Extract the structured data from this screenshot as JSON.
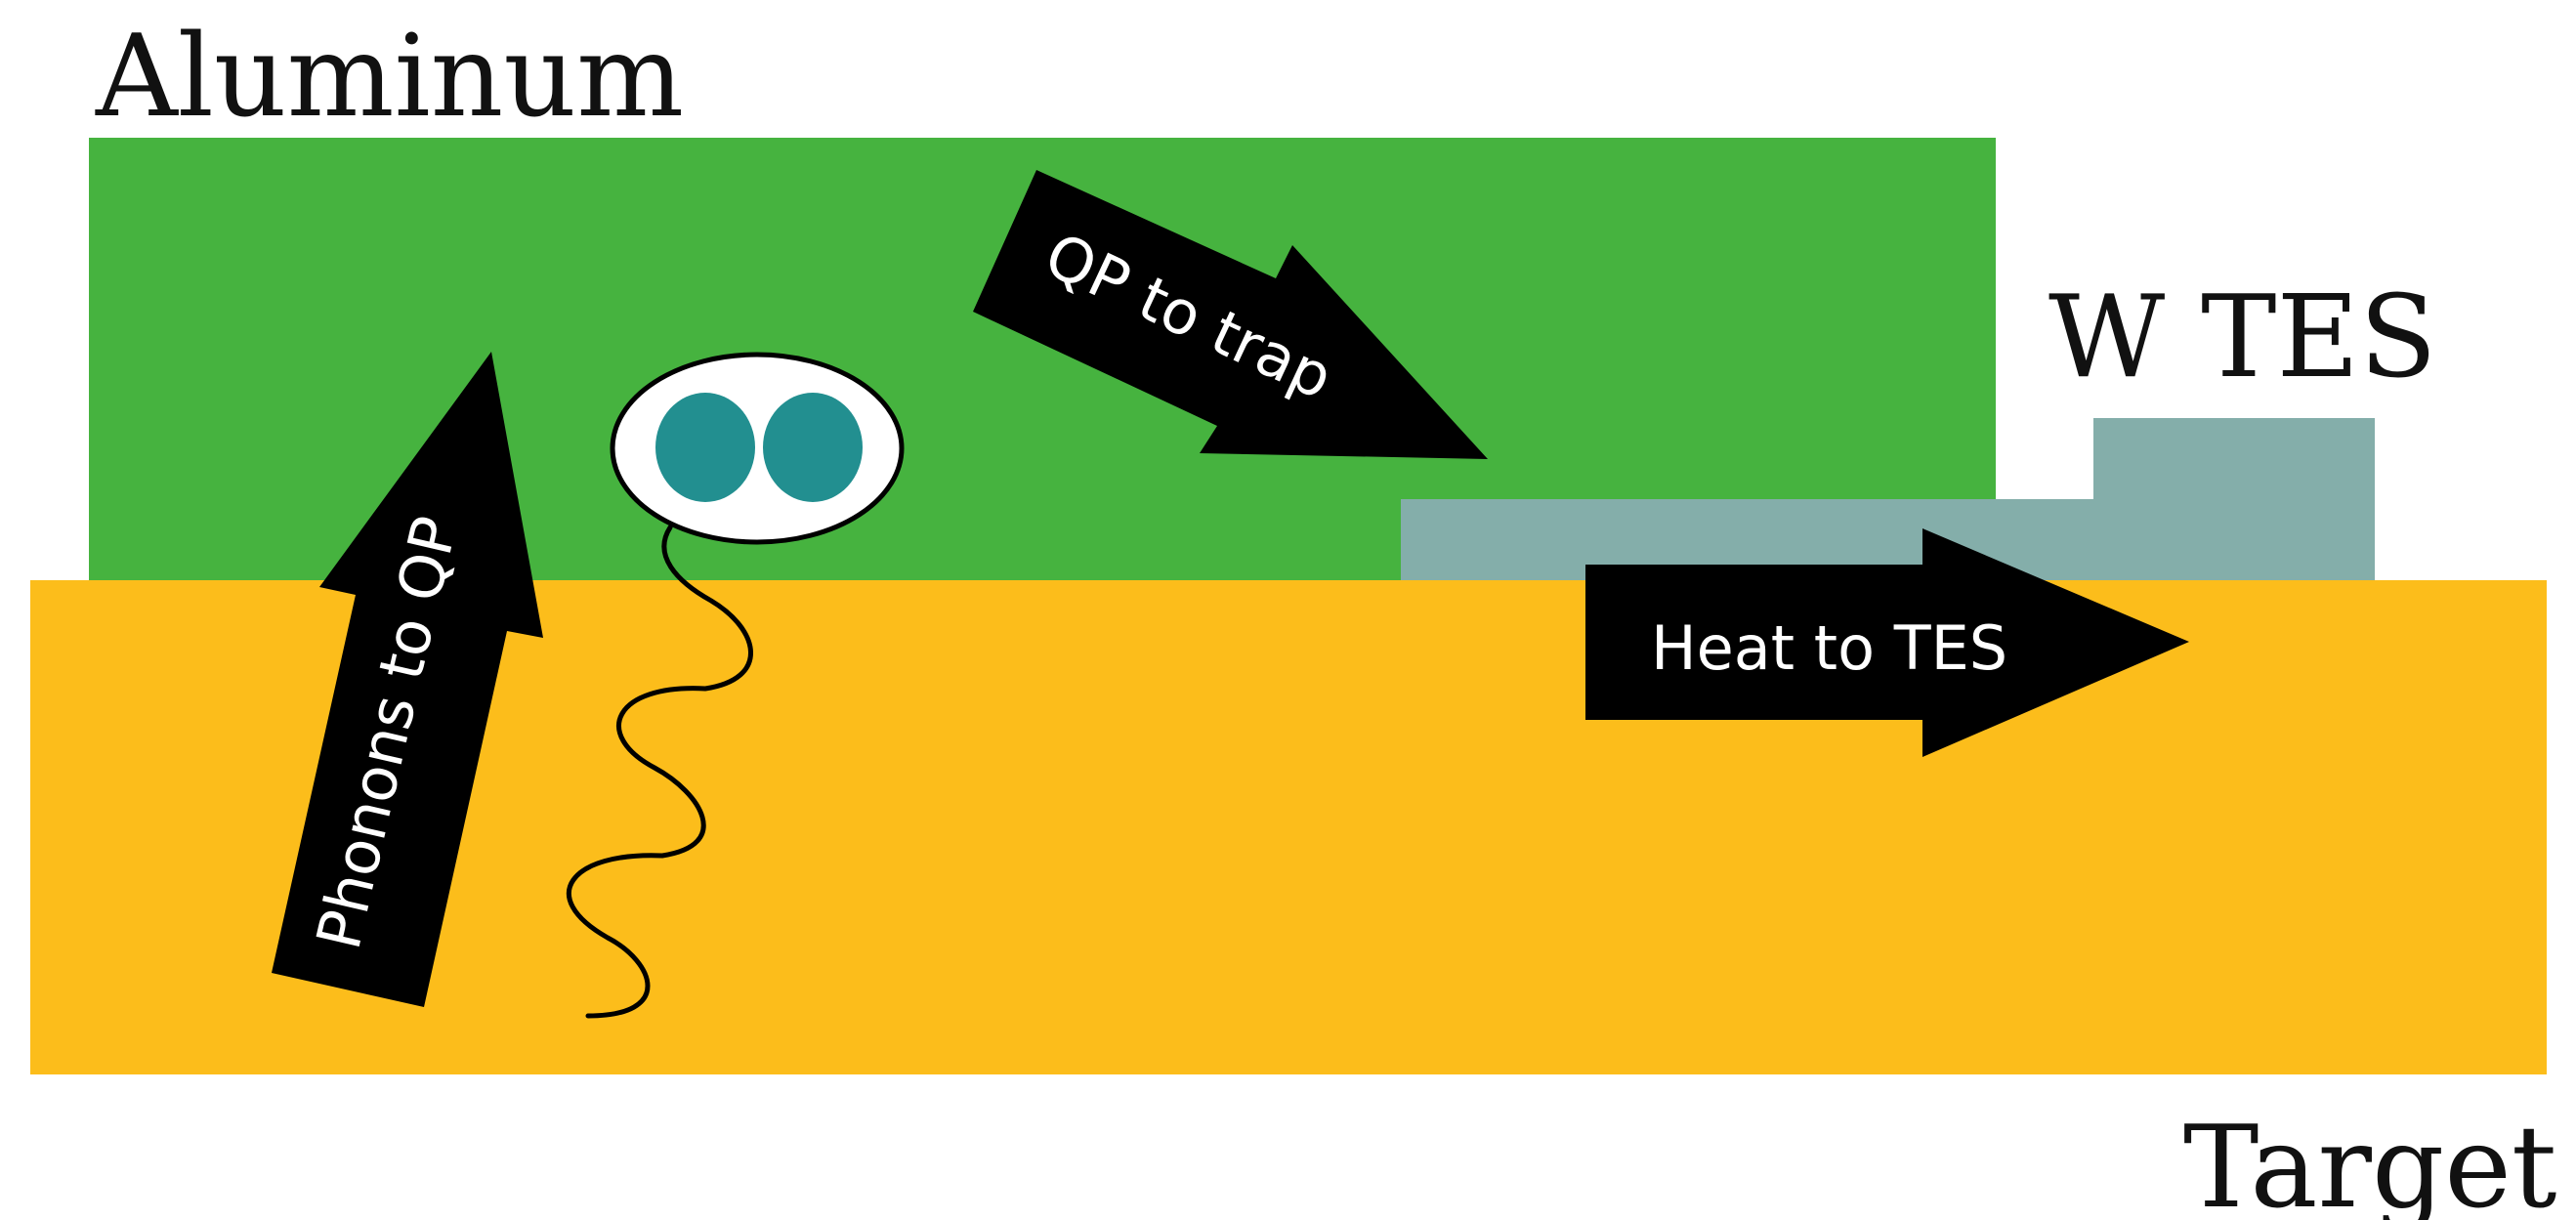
{
  "labels": {
    "aluminum": "Aluminum",
    "w_tes": "W TES",
    "target": "Target"
  },
  "arrows": {
    "phonons": "Phonons to QP",
    "qp_trap": "QP to trap",
    "heat": "Heat to TES"
  },
  "colors": {
    "aluminum": "#46b33f",
    "target": "#fcbd1b",
    "tes": "#84aeaa",
    "qp_dots": "#228f90",
    "arrows": "#000000",
    "text": "#111111"
  },
  "icons": {
    "quasiparticle_pair": "cooper-pair-icon",
    "phonon_wave": "wavy-line-icon"
  }
}
